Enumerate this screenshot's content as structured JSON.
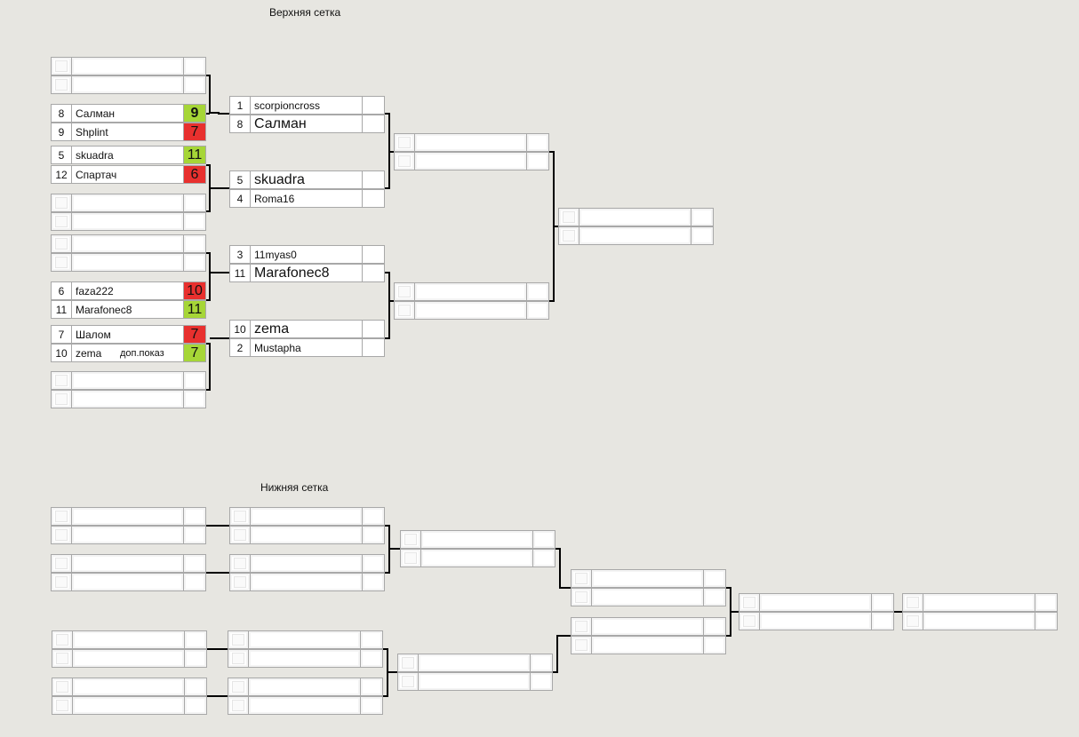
{
  "upper_title": "Верхняя сетка",
  "lower_title": "Нижняя сетка",
  "upper": {
    "round1": [
      {
        "seed": "8",
        "name": "Салман",
        "score": "9",
        "result": "win"
      },
      {
        "seed": "9",
        "name": "Shplint",
        "score": "7",
        "result": "lose"
      },
      {
        "seed": "5",
        "name": "skuadra",
        "score": "11",
        "result": "win"
      },
      {
        "seed": "12",
        "name": "Спартач",
        "score": "6",
        "result": "lose"
      },
      {
        "seed": "6",
        "name": "faza222",
        "score": "10",
        "result": "lose"
      },
      {
        "seed": "11",
        "name": "Marafonec8",
        "score": "11",
        "result": "win"
      },
      {
        "seed": "7",
        "name": "Шалом",
        "score": "7",
        "result": "lose"
      },
      {
        "seed": "10",
        "name": "zema",
        "score": "7",
        "result": "win",
        "note": "доп.показ"
      }
    ],
    "round2": [
      {
        "seed": "1",
        "name": "scorpioncross"
      },
      {
        "seed": "8",
        "name": "Салман",
        "big": true
      },
      {
        "seed": "5",
        "name": "skuadra",
        "big": true
      },
      {
        "seed": "4",
        "name": "Roma16"
      },
      {
        "seed": "3",
        "name": "11myas0"
      },
      {
        "seed": "11",
        "name": "Marafonec8",
        "big": true
      },
      {
        "seed": "10",
        "name": "zema",
        "big": true
      },
      {
        "seed": "2",
        "name": "Mustapha"
      }
    ]
  }
}
